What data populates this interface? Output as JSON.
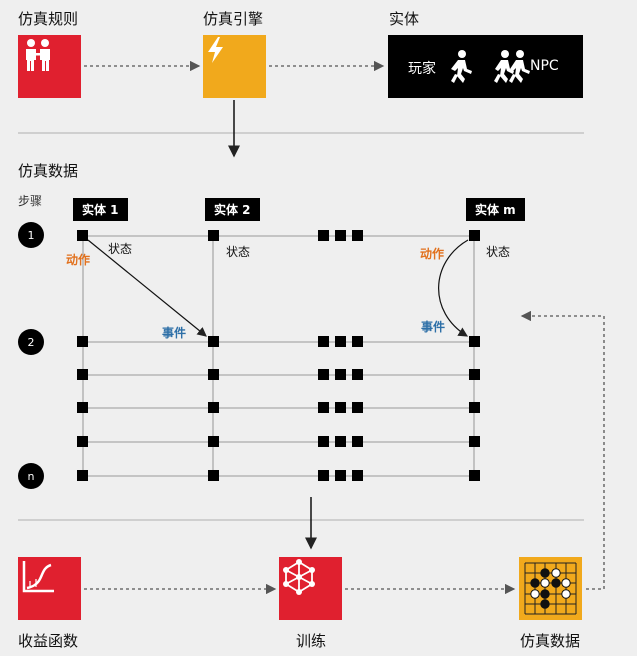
{
  "top": {
    "rules_label": "仿真规则",
    "engine_label": "仿真引擎",
    "entity_label": "实体",
    "entity_box": {
      "player": "玩家",
      "npc": "NPC"
    }
  },
  "middle": {
    "data_title": "仿真数据",
    "steps_label": "步骤",
    "entities": [
      "实体 1",
      "实体 2",
      "实体 m"
    ],
    "steps": [
      "1",
      "2",
      "n"
    ],
    "state_label": "状态",
    "action_label": "动作",
    "event_label": "事件"
  },
  "bottom": {
    "reward_label": "收益函数",
    "training_label": "训练",
    "data_label": "仿真数据"
  },
  "colors": {
    "red": "#e0202f",
    "gold": "#f1a91c",
    "orange": "#e2711d",
    "blue": "#2d6fa7"
  },
  "icons": {
    "rules": "people-icon",
    "engine": "lightning-icon",
    "player": "running-person-icon",
    "npc": "two-runners-icon",
    "reward": "curve-graph-icon",
    "training": "network-icon",
    "data": "go-board-icon"
  }
}
